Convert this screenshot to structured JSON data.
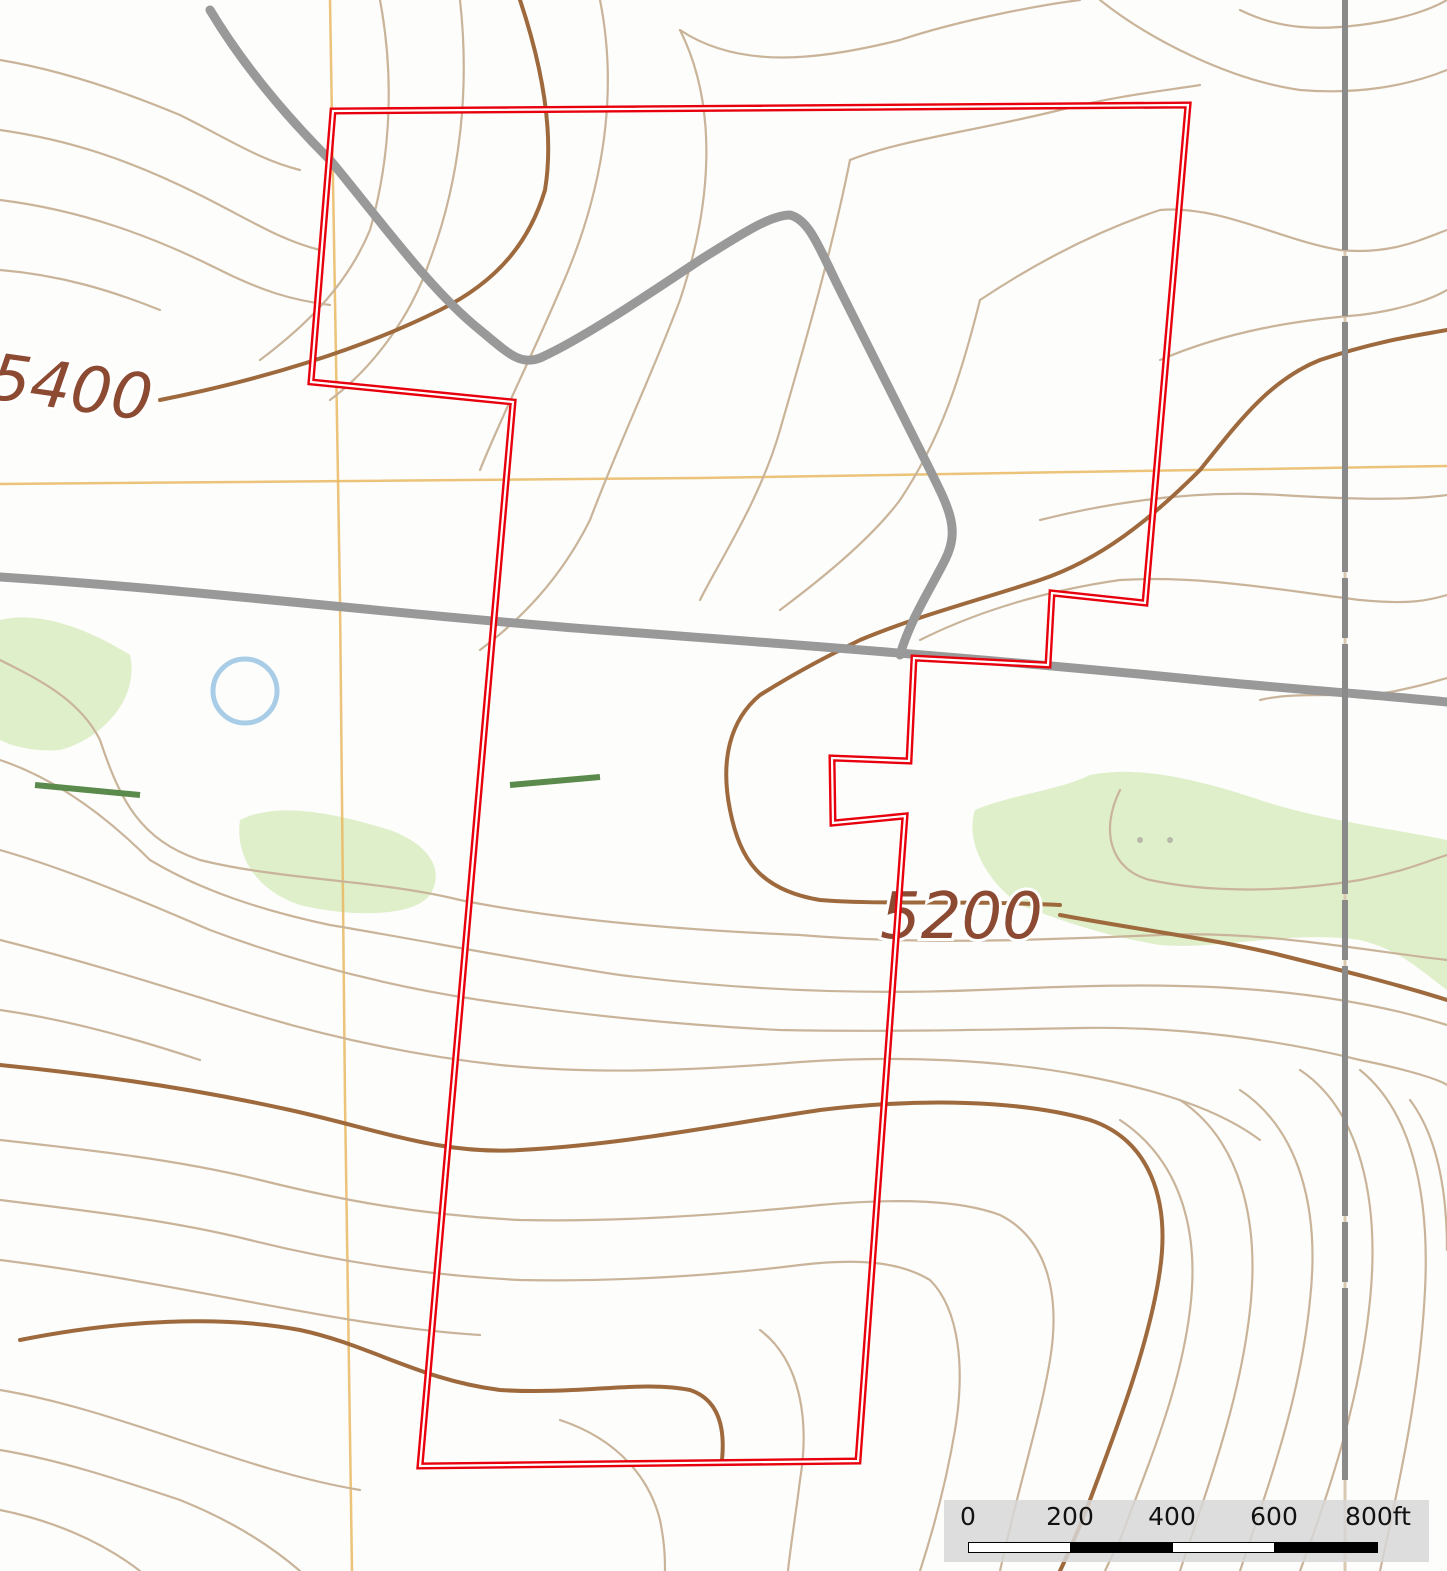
{
  "map": {
    "contour_labels": [
      "5400",
      "5200"
    ],
    "colors": {
      "boundary": "#e8000d",
      "contour": "#c9b49a",
      "contour_index": "#9e6a3d",
      "road": "#999999",
      "vegetation": "#dcedc4",
      "grid": "#e9b861",
      "water": "#a9cde6"
    }
  },
  "scale_bar": {
    "labels": [
      "0",
      "200",
      "400",
      "600",
      "800ft"
    ]
  }
}
